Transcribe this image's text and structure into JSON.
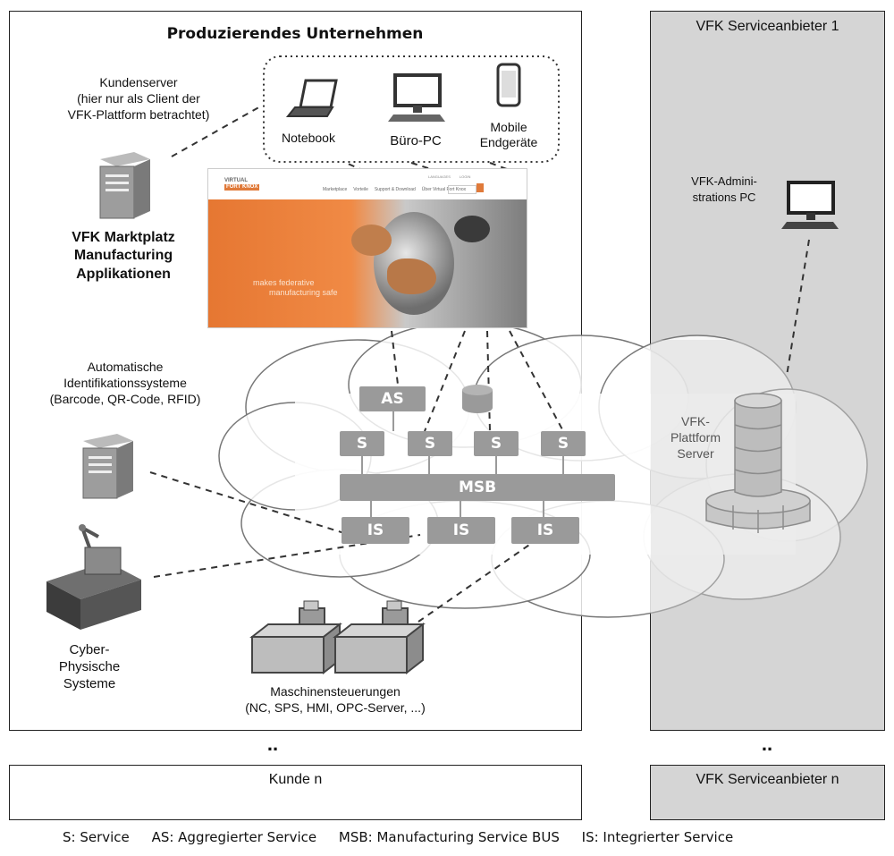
{
  "enterprise": {
    "title": "Produzierendes Unternehmen",
    "kundenserver": "Kundenserver\n(hier nur als Client der\nVFK-Plattform betrachtet)",
    "marketplace": "VFK Marktplatz\nManufacturing\nApplikationen",
    "auto_id": "Automatische\nIdentifikationssysteme\n(Barcode, QR-Code, RFID)",
    "cps": "Cyber-\nPhysische\nSysteme",
    "machines": "Maschinensteuerungen\n(NC, SPS, HMI, OPC-Server, ...)",
    "devices": {
      "notebook": "Notebook",
      "buero_pc": "Büro-PC",
      "mobile": "Mobile\nEndgeräte"
    }
  },
  "website": {
    "logo_line1": "VIRTUAL",
    "logo_line2": "FORT KNOX",
    "nav": [
      "Marketplace",
      "Vorteile",
      "Support & Download",
      "Über Virtual Fort Knox"
    ],
    "top_links": [
      "LANGUAGES",
      "LOGIN"
    ],
    "tagline_1": "makes federative",
    "tagline_2": "manufacturing safe"
  },
  "cloud": {
    "as_label": "AS",
    "services": [
      "S",
      "S",
      "S",
      "S"
    ],
    "msb_label": "MSB",
    "integrated": [
      "IS",
      "IS",
      "IS"
    ]
  },
  "provider": {
    "title": "VFK Serviceanbieter 1",
    "admin_pc": "VFK-Admini-\nstrations PC",
    "platform_server": "VFK-\nPlattform\nServer"
  },
  "ellipsis_left": "..",
  "ellipsis_right": "..",
  "customer_n": "Kunde n",
  "provider_n": "VFK Serviceanbieter n",
  "legend": {
    "s": "S: Service",
    "as": "AS: Aggregierter  Service",
    "msb": "MSB: Manufacturing Service BUS",
    "is": "IS: Integrierter  Service"
  }
}
